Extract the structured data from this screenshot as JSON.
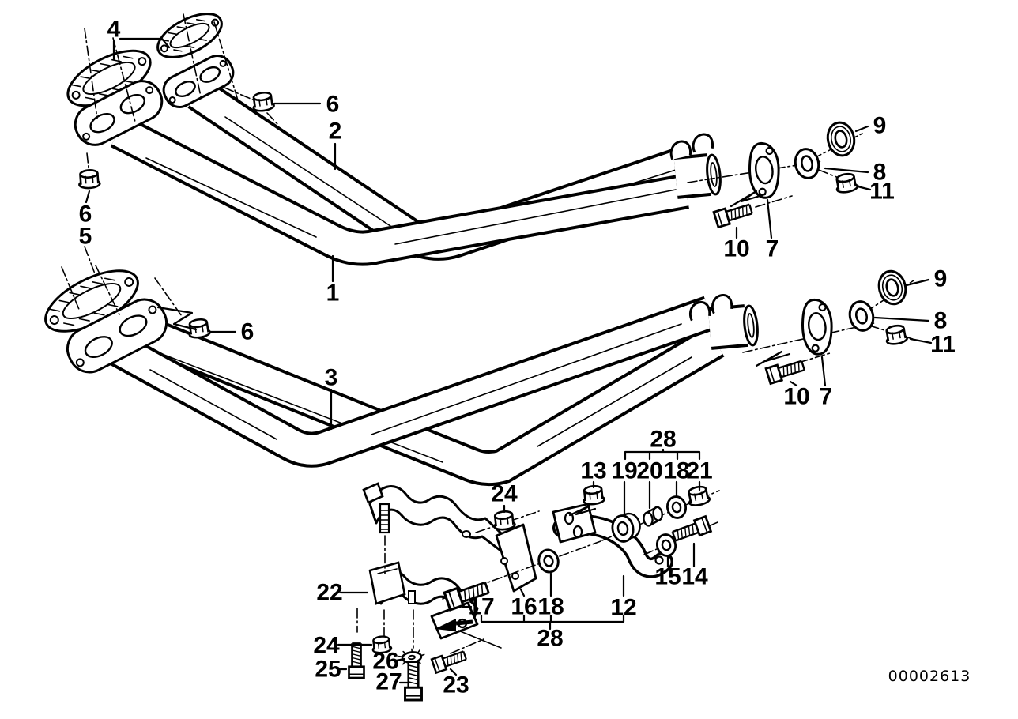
{
  "diagram": {
    "background_color": "#ffffff",
    "ink_color": "#000000",
    "doc_number": "00002613",
    "callouts": [
      "4",
      "6",
      "2",
      "6",
      "5",
      "1",
      "6",
      "3",
      "9",
      "8",
      "11",
      "10",
      "7",
      "9",
      "8",
      "11",
      "10",
      "7",
      "28",
      "13",
      "19",
      "20",
      "18",
      "21",
      "24",
      "22",
      "17",
      "16",
      "18",
      "12",
      "15",
      "14",
      "28",
      "24",
      "25",
      "26",
      "27",
      "23"
    ]
  }
}
